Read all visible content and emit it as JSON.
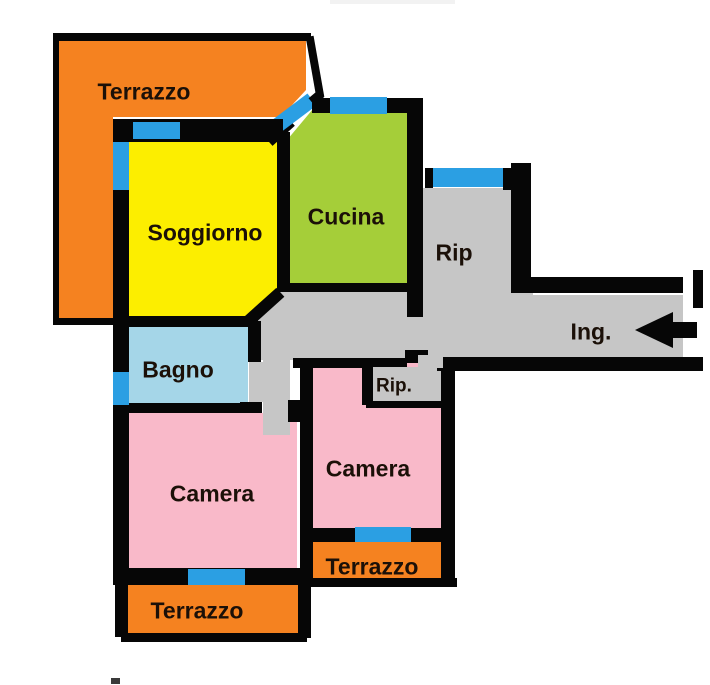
{
  "floorplan": {
    "labels": {
      "terrazzo_top": "Terrazzo",
      "soggiorno": "Soggiorno",
      "cucina": "Cucina",
      "rip_large": "Rip",
      "ingresso": "Ing.",
      "bagno": "Bagno",
      "rip_small": "Rip.",
      "camera_left": "Camera",
      "camera_right": "Camera",
      "terrazzo_bottom_left": "Terrazzo",
      "terrazzo_bottom_right": "Terrazzo"
    },
    "colors": {
      "terrace_orange": "#F58220",
      "living_yellow": "#FCEE00",
      "kitchen_green": "#A5CE39",
      "corridor_gray": "#C6C6C6",
      "bath_blue": "#A5D6E8",
      "bedroom_pink": "#F9B9C9",
      "window_blue": "#2B9FE3",
      "wall_black": "#060606",
      "label_text": "#1b1008"
    },
    "icons": {
      "entrance_arrow": "left-arrow"
    }
  }
}
